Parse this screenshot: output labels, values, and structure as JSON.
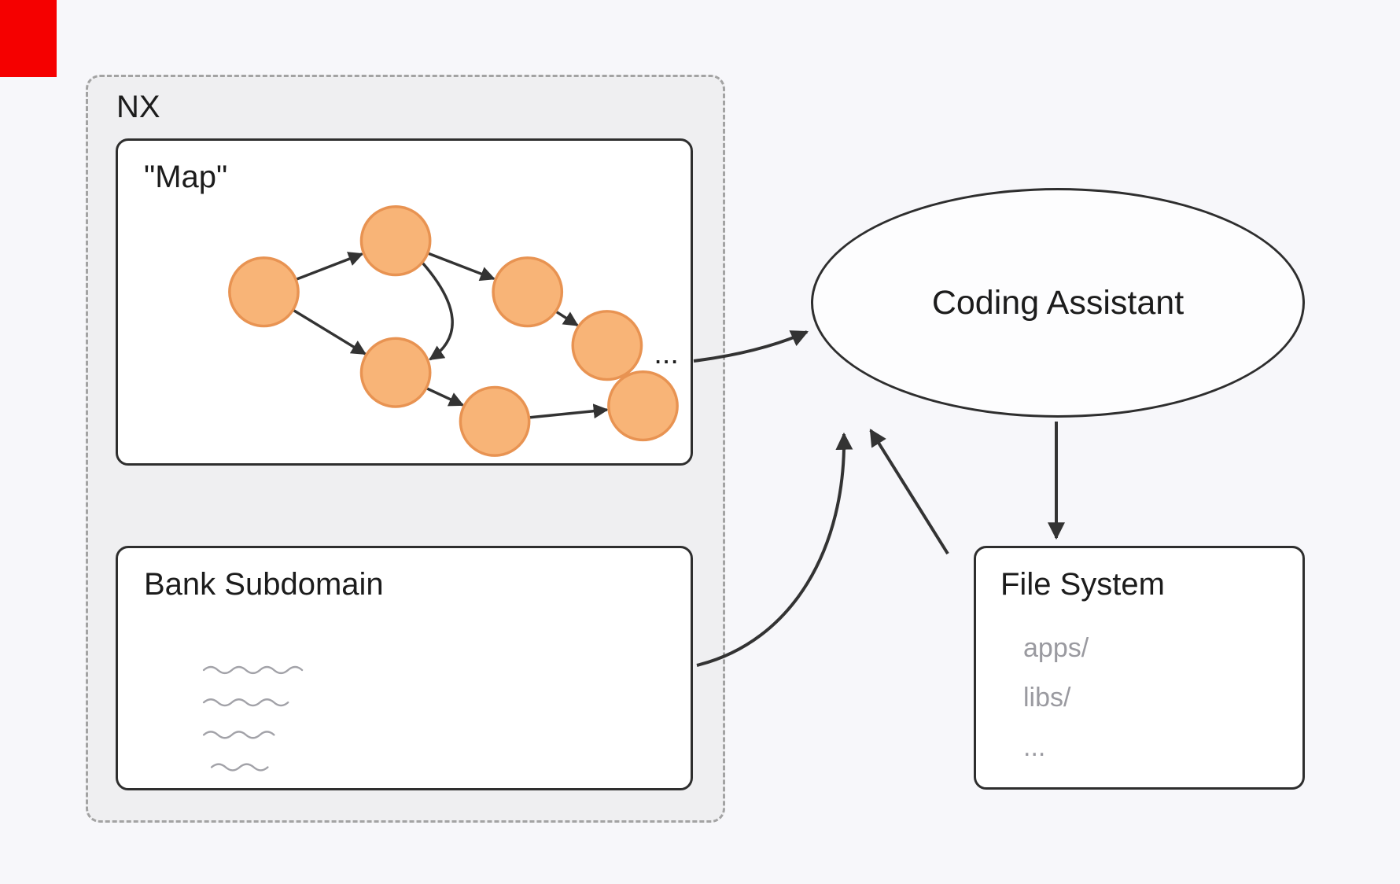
{
  "colors": {
    "bg": "#f7f7fa",
    "panel_bg": "#efeff1",
    "border_dark": "#2e2e2e",
    "arrow": "#333333",
    "text": "#1c1c1c",
    "muted_text": "#9a9aa0",
    "node_fill": "#f8b477",
    "node_stroke": "#e89352",
    "squiggle": "#a2a2a8",
    "red_corner": "#f50000"
  },
  "nx": {
    "label": "NX"
  },
  "map": {
    "title": "\"Map\"",
    "ellipsis": "..."
  },
  "bank": {
    "title": "Bank Subdomain"
  },
  "assistant": {
    "label": "Coding Assistant"
  },
  "filesystem": {
    "title": "File System",
    "entries": [
      "apps/",
      "libs/",
      "..."
    ]
  }
}
